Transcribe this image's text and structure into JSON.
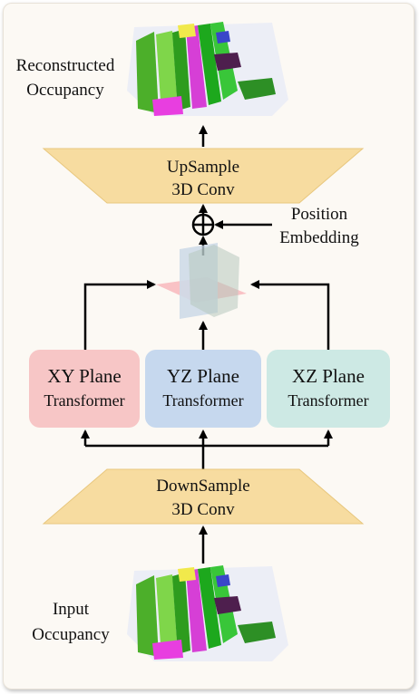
{
  "output": {
    "line1": "Reconstructed",
    "line2": "Occupancy"
  },
  "upsample": {
    "line1": "UpSample",
    "line2": "3D Conv"
  },
  "position_embedding": {
    "line1": "Position",
    "line2": "Embedding"
  },
  "planes": [
    {
      "name": "XY Plane",
      "sub": "Transformer",
      "color": "#f7c6c6"
    },
    {
      "name": "YZ Plane",
      "sub": "Transformer",
      "color": "#c6d8ee"
    },
    {
      "name": "XZ Plane",
      "sub": "Transformer",
      "color": "#cde9e4"
    }
  ],
  "downsample": {
    "line1": "DownSample",
    "line2": "3D Conv"
  },
  "input": {
    "line1": "Input",
    "line2": "Occupancy"
  },
  "colors": {
    "conv": "#f7dca0",
    "conv_border": "#e8c77e",
    "arrow": "#000000"
  }
}
